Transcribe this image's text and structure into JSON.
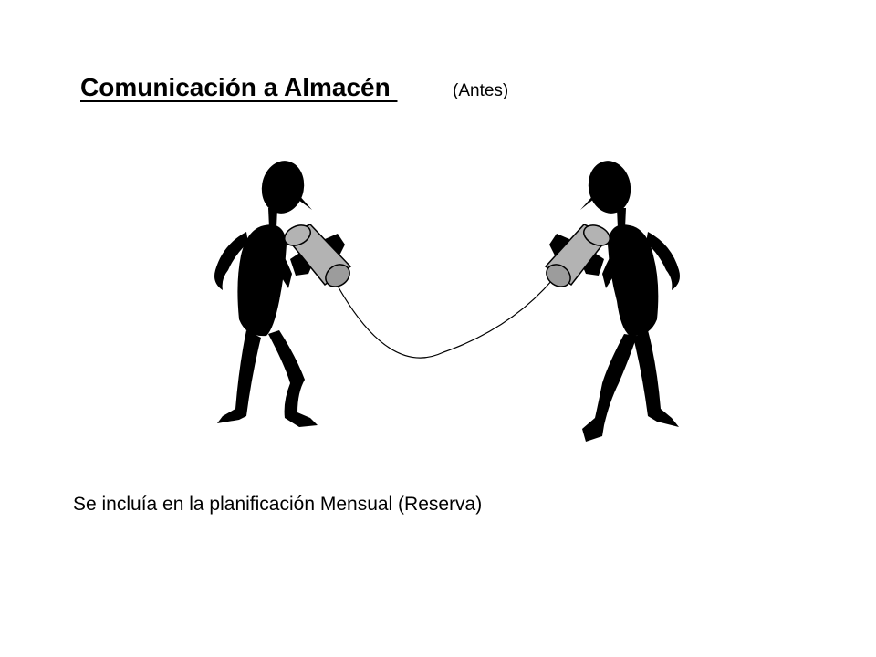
{
  "slide": {
    "title": "Comunicación a Almacén ",
    "title_note": "(Antes)",
    "caption": "Se incluía en la planificación Mensual (Reserva)"
  },
  "illustration": {
    "left_figure_icon": "person-with-tin-can-phone-icon",
    "right_figure_icon": "person-with-tin-can-phone-icon",
    "string_icon": "string-icon",
    "colors": {
      "ink": "#000000",
      "can_fill": "#b3b3b3",
      "background": "#ffffff"
    }
  }
}
